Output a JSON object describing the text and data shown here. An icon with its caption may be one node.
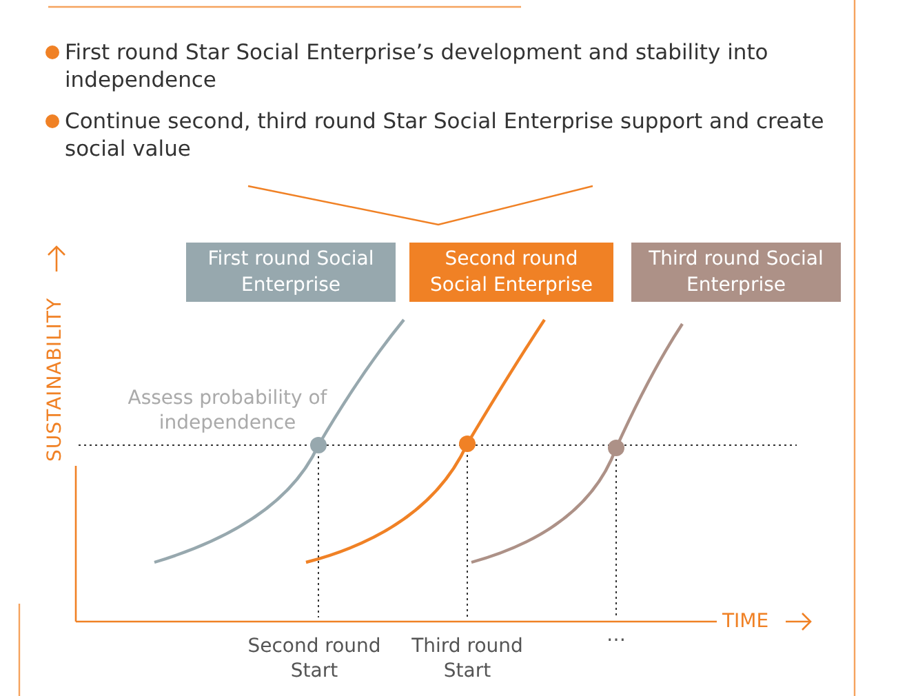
{
  "diagram": {
    "nodes": [
      {
        "text": [
          "First round Social Enterprise"
        ]
      },
      {
        "text": [
          "Second round Social Enterprise"
        ]
      },
      {
        "text": [
          "Third round Social Enterprise"
        ]
      }
    ],
    "labels": [
      "First round Star Social Enterprise’s development and stability into independence",
      "Continue second, third round Star Social Enterprise support and create social value",
      "SUSTAINABILITY",
      "Assess probability of independence",
      "TIME",
      "Second round Start",
      "Third round Start",
      "…"
    ]
  }
}
